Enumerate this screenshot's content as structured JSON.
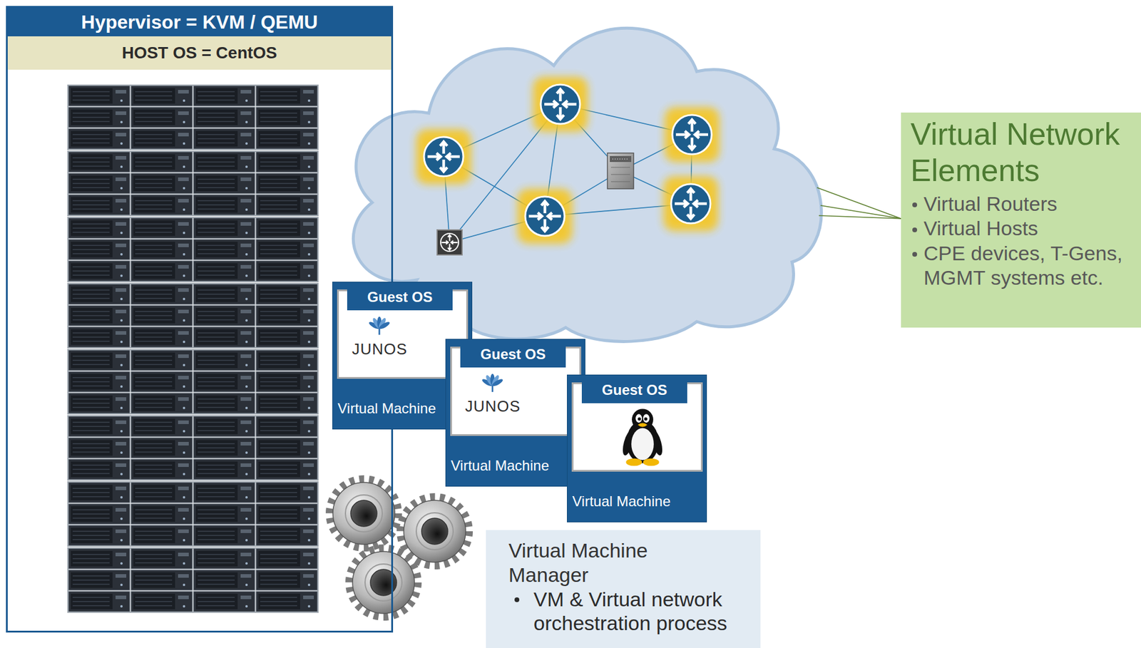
{
  "diagram": {
    "nodes": [
      {
        "text": [
          "Hypervisor = KVM / QEMU"
        ]
      },
      {
        "text": [
          "HOST OS = CentOS"
        ],
        "in": 0
      },
      {
        "text": [
          "Virtual Network Elements",
          "Virtual Routers",
          "Virtual Hosts",
          "CPE devices, T-Gens, MGMT systems etc."
        ]
      },
      {
        "text": [
          "Virtual Machine"
        ]
      },
      {
        "text": [
          "Guest OS",
          "JUNOS"
        ],
        "in": 3
      },
      {
        "text": [
          "Virtual Machine"
        ]
      },
      {
        "text": [
          "Guest OS",
          "JUNOS"
        ],
        "in": 5
      },
      {
        "text": [
          "Virtual Machine"
        ]
      },
      {
        "text": [
          "Guest OS"
        ],
        "in": 7
      },
      {
        "text": [
          "Virtual Machine Manager",
          "VM & Virtual network orchestration process"
        ]
      }
    ]
  }
}
